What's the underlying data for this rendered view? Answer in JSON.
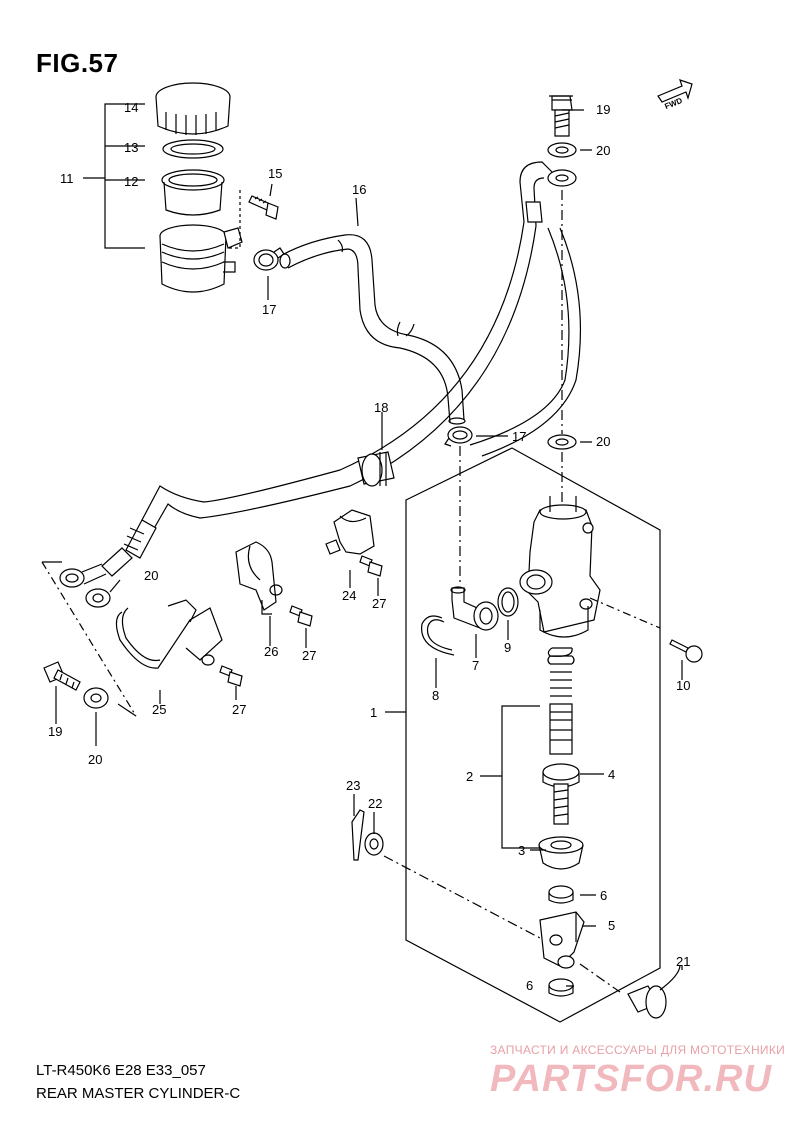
{
  "figure": {
    "title": "FIG.57"
  },
  "direction_tag": "FWD",
  "callouts": {
    "c14": "14",
    "c13": "13",
    "c11": "11",
    "c12": "12",
    "c15": "15",
    "c17a": "17",
    "c16": "16",
    "c19a": "19",
    "c20a": "20",
    "c18": "18",
    "c17b": "17",
    "c20b": "20",
    "c20c": "20",
    "c24": "24",
    "c27a": "27",
    "c26": "26",
    "c27b": "27",
    "c25": "25",
    "c27c": "27",
    "c19b": "19",
    "c20d": "20",
    "c7": "7",
    "c9": "9",
    "c8": "8",
    "c10": "10",
    "c1": "1",
    "c2": "2",
    "c4": "4",
    "c3": "3",
    "c6a": "6",
    "c5": "5",
    "c6b": "6",
    "c21": "21",
    "c23": "23",
    "c22": "22"
  },
  "footer": {
    "line1": "LT-R450K6 E28 E33_057",
    "line2": "REAR MASTER CYLINDER-C"
  },
  "watermark": {
    "tagline": "ЗАПЧАСТИ И АКСЕССУАРЫ ДЛЯ МОТОТЕХНИКИ",
    "logo": "PARTSFOR.RU"
  }
}
